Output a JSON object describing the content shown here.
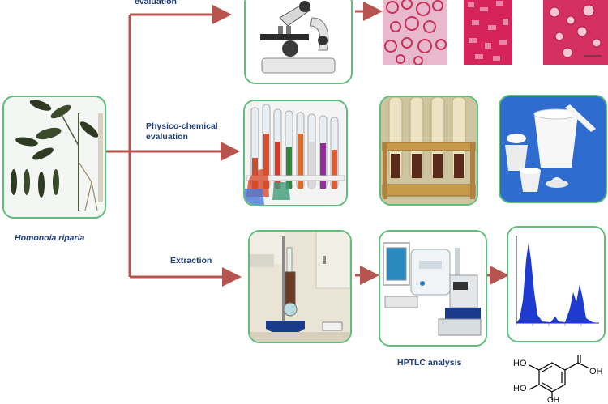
{
  "labels": {
    "morphology_stage": "evaluation",
    "physico_chemical": [
      "Physico-chemical",
      "evaluation"
    ],
    "extraction": "Extraction",
    "plant_name": "Homonoia riparia",
    "hptlc": "HPTLC analysis",
    "compound_groups": {
      "hydroxyl_1": "HO",
      "hydroxyl_2": "HO",
      "acid": "OH",
      "hydroxyl_bottom": "OH"
    }
  },
  "colors": {
    "arrow": "#b85450",
    "frame_border": "#5fbf7a",
    "label_text": "#1f3e7a",
    "stain": "#c8305a"
  },
  "icons": [
    "plant-specimen-image",
    "microscope-image",
    "stained-section-image",
    "test-tube-rack-image",
    "crucible-image",
    "extraction-apparatus-image",
    "hptlc-instrument-image",
    "chromatogram-image",
    "gallic-acid-structure"
  ]
}
